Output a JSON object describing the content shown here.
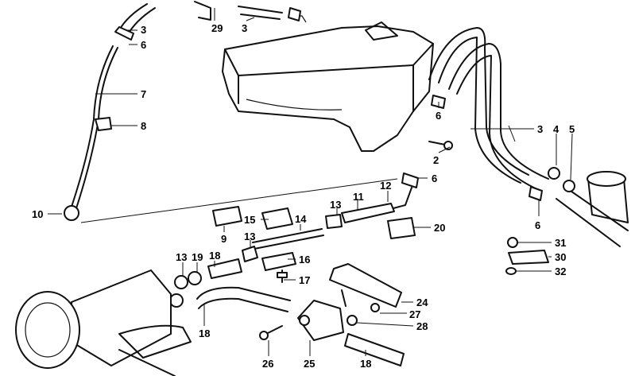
{
  "diagram": {
    "callouts": {
      "c29": "29",
      "c3a": "3",
      "c3b": "3",
      "c6a": "6",
      "c7": "7",
      "c8": "8",
      "c10": "10",
      "c6b": "6",
      "c2": "2",
      "c6c": "6",
      "c3c": "3",
      "c4": "4",
      "c5": "5",
      "c6d": "6",
      "c12": "12",
      "c11": "11",
      "c13a": "13",
      "c14": "14",
      "c15": "15",
      "c20": "20",
      "c9": "9",
      "c13b": "13",
      "c16": "16",
      "c17": "17",
      "c13c": "13",
      "c19": "19",
      "c18a": "18",
      "c18b": "18",
      "c18c": "18",
      "c24": "24",
      "c27": "27",
      "c28": "28",
      "c26": "26",
      "c25": "25",
      "c31": "31",
      "c30": "30",
      "c32": "32"
    }
  }
}
